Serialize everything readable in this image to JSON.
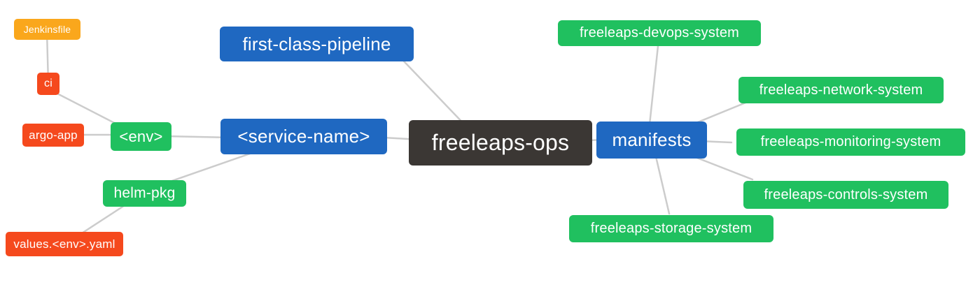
{
  "diagram": {
    "type": "mindmap",
    "background": "#ffffff",
    "edge_color": "#cccccc",
    "palette": {
      "blue": "#1f68c1",
      "green": "#20c05f",
      "red": "#f5491d",
      "orange": "#faa71c",
      "dark": "#3b3734",
      "text": "#ffffff"
    },
    "root": "freeleaps-ops",
    "nodes": [
      {
        "id": "jenkinsfile",
        "label": "Jenkinsfile",
        "color": "orange"
      },
      {
        "id": "ci",
        "label": "ci",
        "color": "red"
      },
      {
        "id": "argo-app",
        "label": "argo-app",
        "color": "red"
      },
      {
        "id": "env",
        "label": "<env>",
        "color": "green"
      },
      {
        "id": "helm-pkg",
        "label": "helm-pkg",
        "color": "green"
      },
      {
        "id": "values-env-yaml",
        "label": "values.<env>.yaml",
        "color": "red"
      },
      {
        "id": "first-class-pipeline",
        "label": "first-class-pipeline",
        "color": "blue"
      },
      {
        "id": "service-name",
        "label": "<service-name>",
        "color": "blue"
      },
      {
        "id": "freeleaps-ops",
        "label": "freeleaps-ops",
        "color": "dark"
      },
      {
        "id": "manifests",
        "label": "manifests",
        "color": "blue"
      },
      {
        "id": "freeleaps-devops-system",
        "label": "freeleaps-devops-system",
        "color": "green"
      },
      {
        "id": "freeleaps-network-system",
        "label": "freeleaps-network-system",
        "color": "green"
      },
      {
        "id": "freeleaps-monitoring-system",
        "label": "freeleaps-monitoring-system",
        "color": "green"
      },
      {
        "id": "freeleaps-controls-system",
        "label": "freeleaps-controls-system",
        "color": "green"
      },
      {
        "id": "freeleaps-storage-system",
        "label": "freeleaps-storage-system",
        "color": "green"
      }
    ],
    "edges": [
      [
        "jenkinsfile",
        "ci"
      ],
      [
        "ci",
        "env"
      ],
      [
        "argo-app",
        "env"
      ],
      [
        "env",
        "service-name"
      ],
      [
        "helm-pkg",
        "service-name"
      ],
      [
        "values-env-yaml",
        "helm-pkg"
      ],
      [
        "first-class-pipeline",
        "freeleaps-ops"
      ],
      [
        "service-name",
        "freeleaps-ops"
      ],
      [
        "freeleaps-ops",
        "manifests"
      ],
      [
        "manifests",
        "freeleaps-devops-system"
      ],
      [
        "manifests",
        "freeleaps-network-system"
      ],
      [
        "manifests",
        "freeleaps-monitoring-system"
      ],
      [
        "manifests",
        "freeleaps-controls-system"
      ],
      [
        "manifests",
        "freeleaps-storage-system"
      ]
    ]
  }
}
